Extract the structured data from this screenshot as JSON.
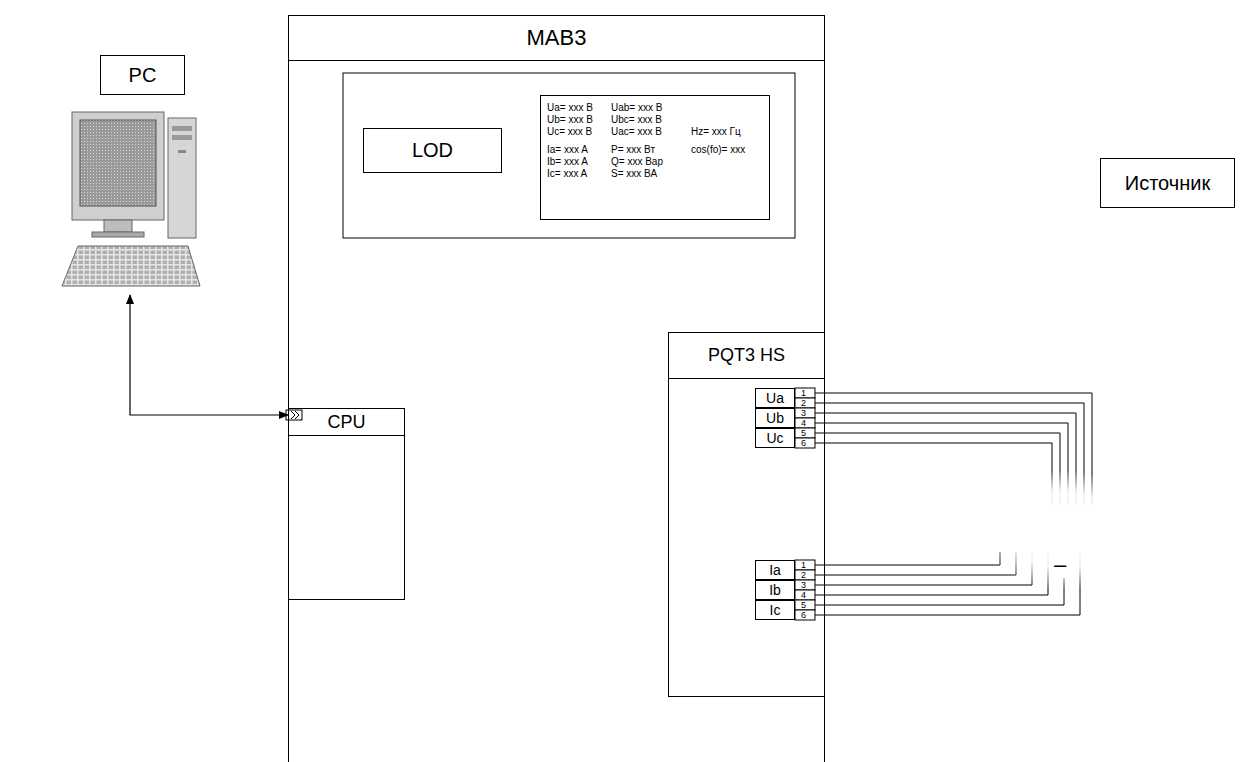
{
  "diagram": {
    "nodes": [
      {
        "text": [
          "PC"
        ]
      },
      {
        "text": [
          "MAB3"
        ]
      },
      {
        "text": [
          "LOD"
        ],
        "in": 1
      },
      {
        "text": [
          "Ua= xxx В",
          "Uab= xxx В",
          "Ub= xxx В",
          "Ubc= xxx В",
          "Uc= xxx В",
          "Uac= xxx В",
          "Hz= xxx Гц",
          "Ia= xxx A",
          "P= xxx Вт",
          "cos(fo)= xxx",
          "Ib= xxx A",
          "Q= xxx Вар",
          "Ic= xxx A",
          "S= xxx ВА"
        ],
        "in": 1
      },
      {
        "text": [
          "CPU"
        ],
        "in": 1
      },
      {
        "text": [
          "PQT3 HS"
        ],
        "in": 1
      },
      {
        "text": [
          "Ua"
        ],
        "in": 5
      },
      {
        "text": [
          "Ub"
        ],
        "in": 5
      },
      {
        "text": [
          "Uc"
        ],
        "in": 5
      },
      {
        "text": [
          "Ia"
        ],
        "in": 5
      },
      {
        "text": [
          "Ib"
        ],
        "in": 5
      },
      {
        "text": [
          "Ic"
        ],
        "in": 5
      },
      {
        "text": [
          "Источник"
        ]
      }
    ],
    "edges": [
      {
        "from": 0,
        "to": 4,
        "arrow": "both"
      }
    ],
    "labels": [
      "1",
      "2",
      "3",
      "4",
      "5",
      "6",
      "1",
      "2",
      "3",
      "4",
      "5",
      "6",
      "–"
    ]
  }
}
